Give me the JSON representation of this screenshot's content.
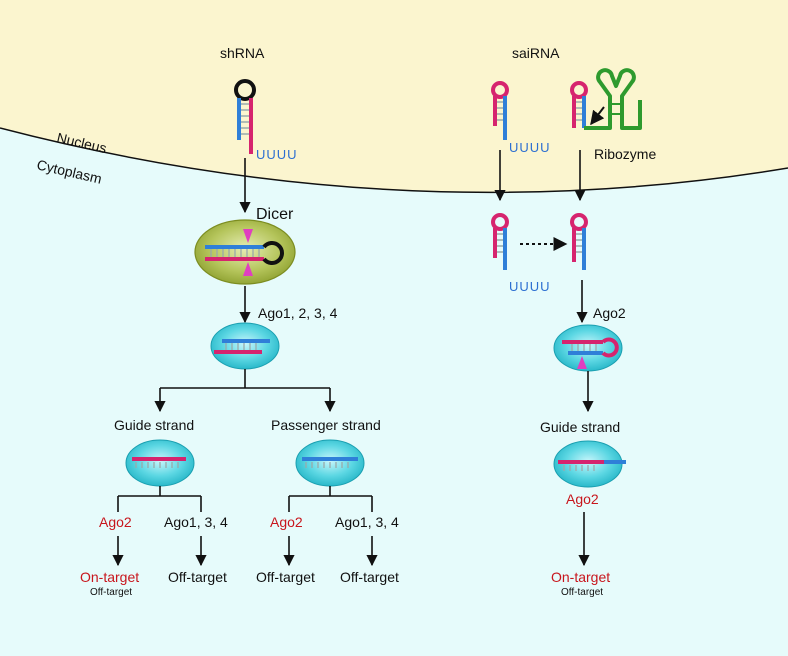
{
  "regions": {
    "nucleus": "Nucleus",
    "cytoplasm": "Cytoplasm"
  },
  "left": {
    "title": "shRNA",
    "uuuu": "UUUU",
    "dicer": "Dicer",
    "ago_all": "Ago1, 2, 3, 4",
    "guide_strand": "Guide strand",
    "passenger_strand": "Passenger strand",
    "guide_ago2": "Ago2",
    "guide_ago134": "Ago1, 3, 4",
    "passenger_ago2": "Ago2",
    "passenger_ago134": "Ago1, 3, 4",
    "on_target": "On-target",
    "on_target_sub": "Off-target",
    "off_target_1": "Off-target",
    "off_target_2": "Off-target",
    "off_target_3": "Off-target"
  },
  "right": {
    "title": "saiRNA",
    "uuuu_1": "UUUU",
    "uuuu_2": "UUUU",
    "ribozyme": "Ribozyme",
    "ago2": "Ago2",
    "guide_strand": "Guide strand",
    "ago2_red": "Ago2",
    "on_target": "On-target",
    "on_target_sub": "Off-target"
  },
  "colors": {
    "nucleus_bg": "#fbf5cf",
    "cytoplasm_bg": "#e6fbfb",
    "rna_magenta": "#d6246e",
    "rna_blue": "#2f7fd8",
    "loop_black": "#111111",
    "ribozyme_green": "#2e9a2e",
    "dicer_green": "#9fb53f",
    "ago_cyan": "#36c9d8",
    "cleave_pink": "#e03fc0",
    "label_red": "#c8161d"
  }
}
